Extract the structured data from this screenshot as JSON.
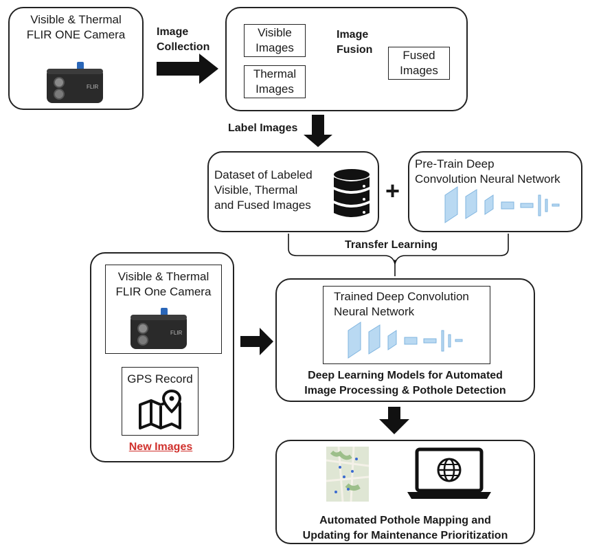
{
  "top_left": {
    "camera_title": "Visible & Thermal\nFLIR ONE Camera"
  },
  "arrow_labels": {
    "image_collection": "Image\nCollection",
    "image_fusion": "Image\nFusion",
    "label_images": "Label Images",
    "transfer_learning": "Transfer Learning"
  },
  "fusion": {
    "visible": "Visible\nImages",
    "thermal": "Thermal\nImages",
    "fused": "Fused\nImages"
  },
  "dataset": {
    "text": "Dataset of Labeled\nVisible, Thermal\nand Fused Images"
  },
  "plus": "+",
  "pretrain": {
    "title": "Pre-Train Deep\nConvolution Neural Network"
  },
  "left_panel": {
    "camera_title": "Visible & Thermal\nFLIR One Camera",
    "gps": "GPS Record",
    "new_images": "New Images"
  },
  "trained": {
    "title": "Trained Deep Convolution\nNeural Network",
    "caption": "Deep Learning Models for Automated\nImage Processing & Pothole Detection"
  },
  "output": {
    "caption": "Automated Pothole Mapping and\nUpdating for Maintenance Prioritization"
  },
  "camera_brand": "FLIR",
  "colors": {
    "cnn_layer": "#b9d9f2",
    "cnn_edge": "#7fb4df",
    "red_label": "#d0312d"
  }
}
